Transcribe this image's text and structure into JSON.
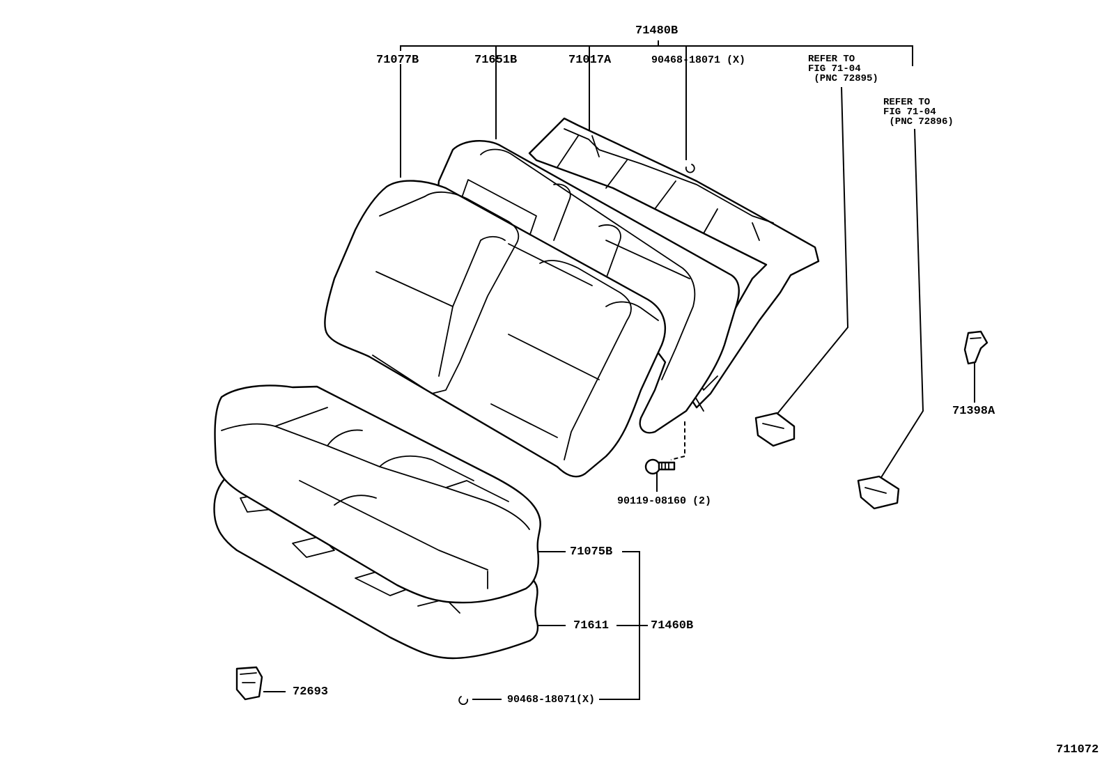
{
  "labels": {
    "assembly_top": "71480B",
    "cover_back_left": "71077B",
    "pad_back": "71651B",
    "frame_back": "71017A",
    "hog_ring_top": "90468-18071 (X)",
    "refer_1": "REFER TO\nFIG 71-04\n (PNC 72895)",
    "refer_2": "REFER TO\nFIG 71-04\n (PNC 72896)",
    "bracket_right": "71398A",
    "bolt": "90119-08160 (2)",
    "cushion_cover": "71075B",
    "cushion_pad": "71611",
    "cushion_assy": "71460B",
    "clip_left": "72693",
    "hog_ring_bottom": "90468-18071(X)",
    "figure_number": "711072"
  }
}
